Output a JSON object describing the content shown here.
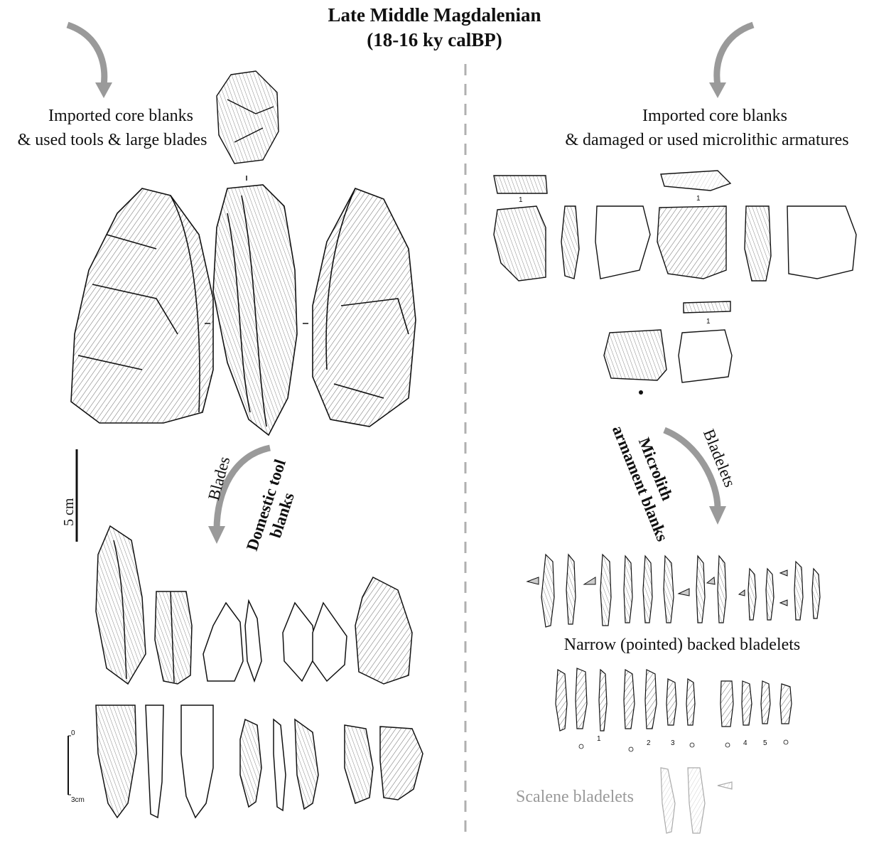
{
  "title": {
    "line1": "Late Middle Magdalenian",
    "line2": "(18-16 ky calBP)"
  },
  "left": {
    "heading_line1": "Imported core blanks",
    "heading_line2": "& used tools & large blades",
    "arrow_label": "Blades",
    "arrow_label_bold_line1": "Domestic tool",
    "arrow_label_bold_line2": "blanks"
  },
  "right": {
    "heading_line1": "Imported core blanks",
    "heading_line2": "& damaged or used microlithic armatures",
    "arrow_label": "Bladelets",
    "arrow_label_bold_line1": "Microlith",
    "arrow_label_bold_line2": "armament blanks",
    "narrow_label": "Narrow (pointed) backed bladelets",
    "scalene_label": "Scalene bladelets",
    "numbers": [
      "1",
      "1",
      "1",
      "1",
      "2",
      "3",
      "4",
      "5"
    ]
  },
  "scale": {
    "main_label": "5 cm",
    "small_top": "0",
    "small_bottom": "3cm"
  },
  "colors": {
    "ink": "#111111",
    "arrow_gray": "#9a9a9a",
    "divider": "#b0b0b0",
    "scalene_gray": "#9a9a9a"
  }
}
